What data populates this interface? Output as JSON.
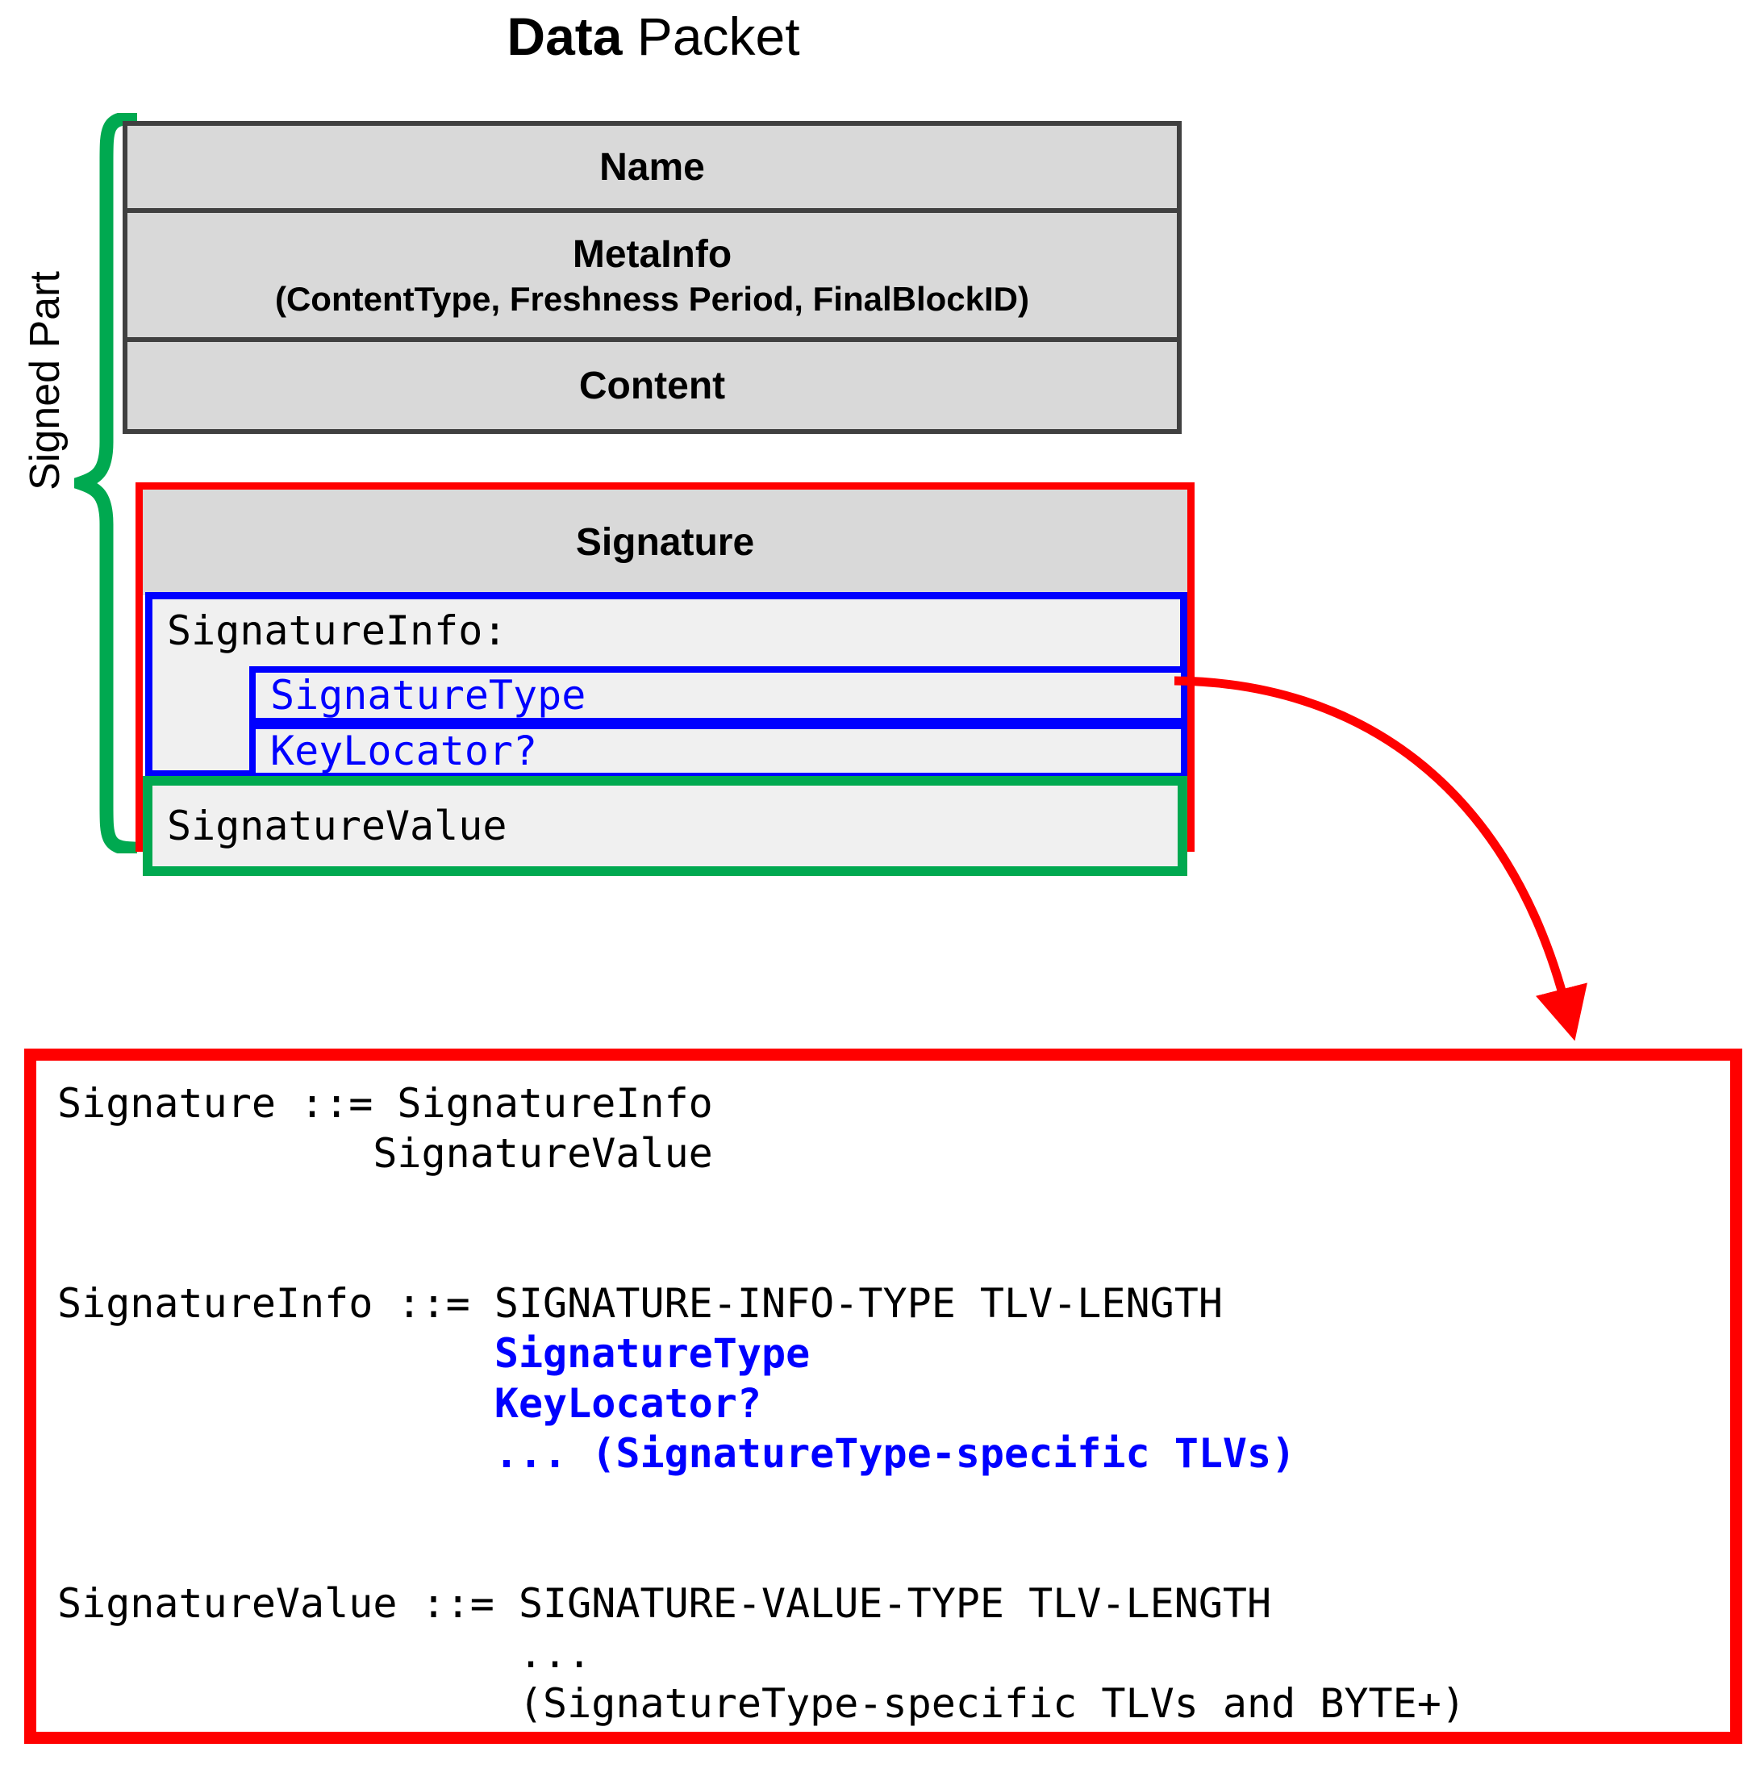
{
  "title": {
    "bold_part": "Data",
    "regular_part": " Packet"
  },
  "annotations": {
    "signed_part_label": "Signed Part"
  },
  "colors": {
    "gray_fill": "#d9d9d9",
    "gray_border": "#404040",
    "light_fill": "#f0f0f0",
    "red": "#ff0000",
    "blue": "#0000ff",
    "green": "#00a950",
    "black": "#000000",
    "white": "#ffffff"
  },
  "packet": {
    "rows": [
      {
        "label": "Name"
      },
      {
        "label": "MetaInfo",
        "sublabel": "(ContentType, Freshness Period, FinalBlockID)"
      },
      {
        "label": "Content"
      },
      {
        "label": "Signature"
      }
    ],
    "signature_info": {
      "label": "SignatureInfo:",
      "fields": [
        {
          "label": "SignatureType"
        },
        {
          "label": "KeyLocator?"
        }
      ]
    },
    "signature_value": {
      "label": "SignatureValue"
    }
  },
  "grammar": {
    "lines": [
      {
        "text": "Signature ::= SignatureInfo",
        "style": "black"
      },
      {
        "text": "             SignatureValue",
        "style": "black"
      },
      {
        "text": "",
        "style": "blank"
      },
      {
        "text": "",
        "style": "blank"
      },
      {
        "text": "SignatureInfo ::= SIGNATURE-INFO-TYPE TLV-LENGTH",
        "style": "black"
      },
      {
        "text": "                  SignatureType",
        "style": "blue"
      },
      {
        "text": "                  KeyLocator?",
        "style": "blue"
      },
      {
        "text": "                  ... (SignatureType-specific TLVs)",
        "style": "blue"
      },
      {
        "text": "",
        "style": "blank"
      },
      {
        "text": "",
        "style": "blank"
      },
      {
        "text": "SignatureValue ::= SIGNATURE-VALUE-TYPE TLV-LENGTH",
        "style": "black"
      },
      {
        "text": "                   ...",
        "style": "black"
      },
      {
        "text": "                   (SignatureType-specific TLVs and BYTE+)",
        "style": "black"
      }
    ]
  }
}
